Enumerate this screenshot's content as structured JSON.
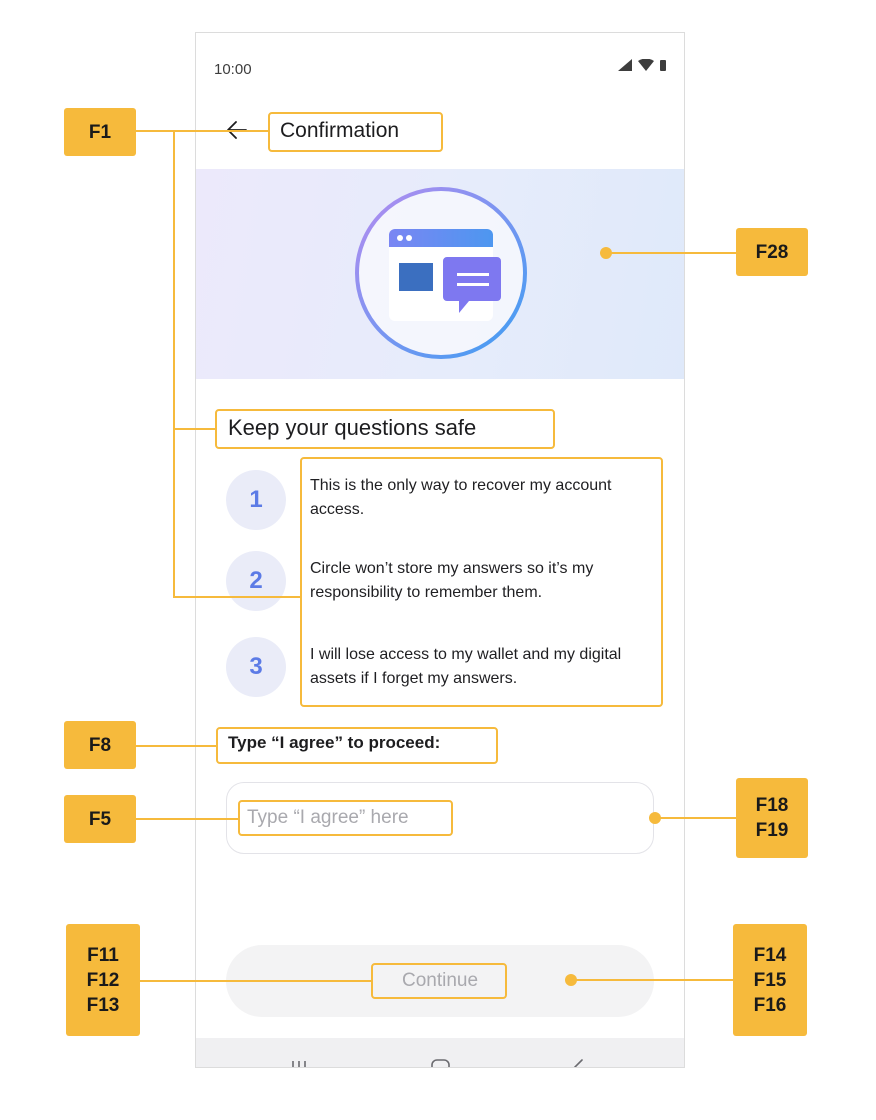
{
  "status_bar": {
    "time": "10:00"
  },
  "app_bar": {
    "back_icon": "arrow-left-icon",
    "title": "Confirmation"
  },
  "hero": {
    "illustration": "browser-chat-icon",
    "colors": {
      "ring_start": "#a88df0",
      "ring_end": "#4fa0f2",
      "chat": "#7e78f0",
      "window_square": "#3b6fc0"
    }
  },
  "section": {
    "title": "Keep your questions safe",
    "steps": [
      {
        "number": "1",
        "text": "This is the only way to recover my account access."
      },
      {
        "number": "2",
        "text": "Circle won’t store my answers so it’s my responsibility to remember them."
      },
      {
        "number": "3",
        "text": "I will lose access to my wallet and my digital assets if I forget my answers."
      }
    ]
  },
  "agree": {
    "label": "Type “I agree” to proceed:",
    "placeholder": "Type “I agree” here",
    "value": ""
  },
  "continue_button": {
    "label": "Continue",
    "enabled": false
  },
  "nav_bar": {
    "recents_icon": "recents-icon",
    "home_icon": "home-icon",
    "back_icon": "nav-back-icon"
  },
  "annotations": {
    "f1": "F1",
    "f28": "F28",
    "f8": "F8",
    "f5": "F5",
    "f18_f19": "F18\nF19",
    "f11_f13": "F11\nF12\nF13",
    "f14_f16": "F14\nF15\nF16"
  },
  "colors": {
    "annotation": "#f6ba3c",
    "step_number": "#5c7be6",
    "step_bg": "#eaecf8"
  }
}
